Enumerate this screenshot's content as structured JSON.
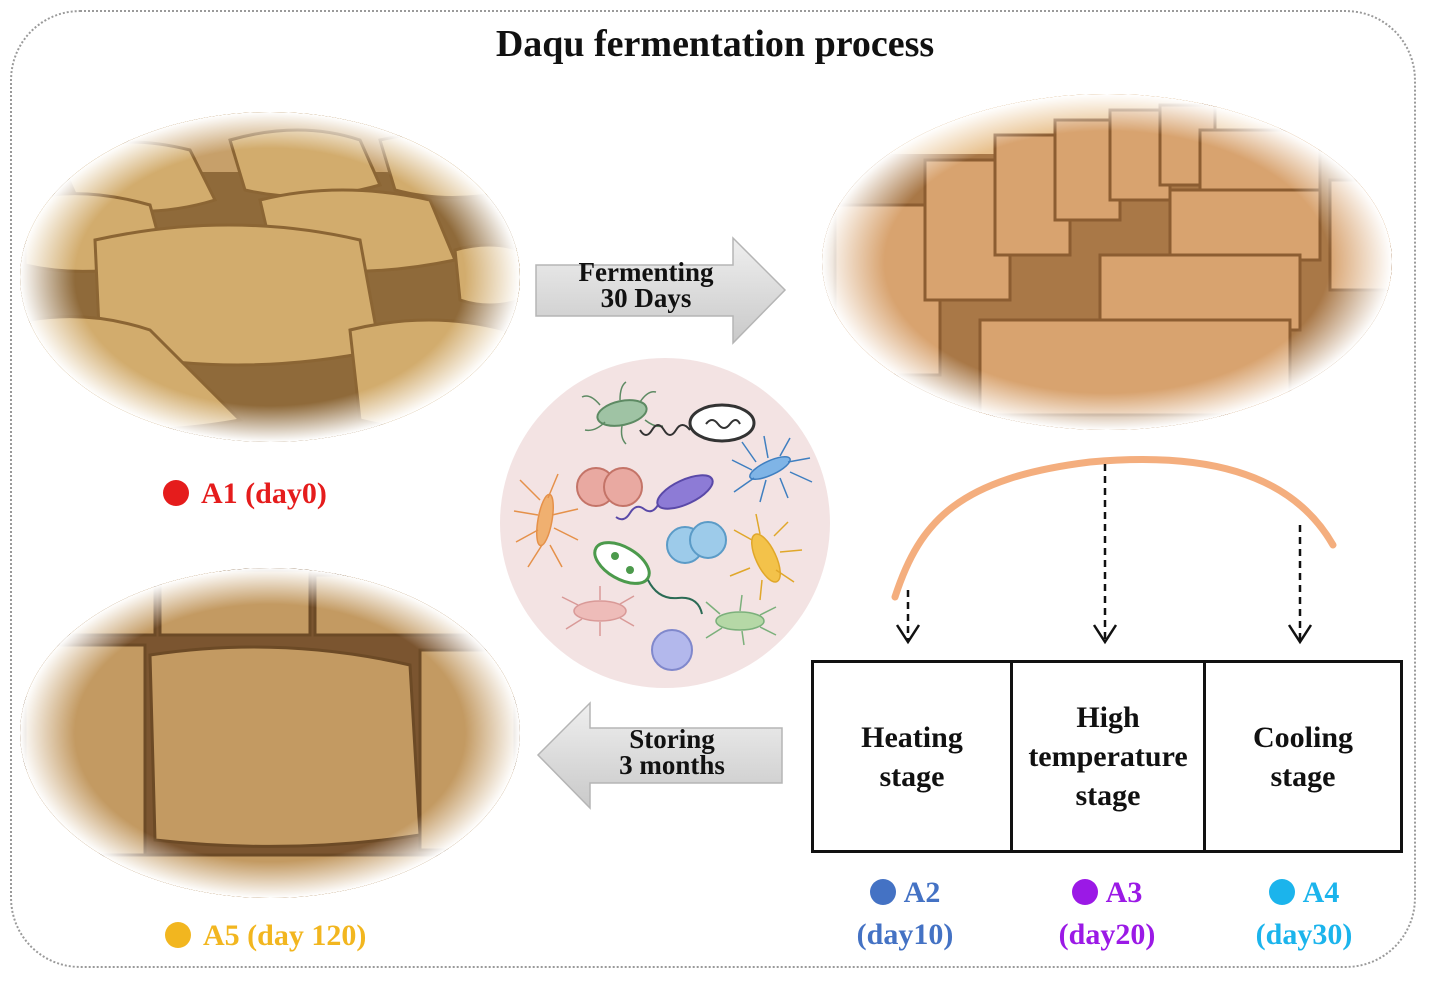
{
  "title": "Daqu fermentation process",
  "arrows": {
    "forward": {
      "line1": "Fermenting",
      "line2": "30 Days"
    },
    "backward": {
      "line1": "Storing",
      "line2": "3 months"
    }
  },
  "photos": [
    {
      "id": "A1",
      "label": "A1 (day0)",
      "color": "#e51c1c"
    },
    {
      "id": "A5",
      "label": "A5 (day 120)",
      "color": "#f2b61f"
    }
  ],
  "stages": [
    {
      "line1": "Heating",
      "line2": "stage",
      "line3": ""
    },
    {
      "line1": "High",
      "line2": "temperature",
      "line3": "stage"
    },
    {
      "line1": "Cooling",
      "line2": "stage",
      "line3": ""
    }
  ],
  "samples": [
    {
      "id": "A2",
      "day": "(day10)",
      "color": "#4472c4"
    },
    {
      "id": "A3",
      "day": "(day20)",
      "color": "#9b19e6"
    },
    {
      "id": "A4",
      "day": "(day30)",
      "color": "#1bb4ec"
    }
  ],
  "colors": {
    "temperature_curve": "#f4ae7e",
    "arrow_fill": "#dcdcdc",
    "microbe_circle": "#f3e3e3"
  },
  "icons": [
    "fresh-daqu-blocks-photo",
    "fermenting-daqu-blocks-photo",
    "stored-daqu-blocks-photo",
    "microbes-illustration",
    "temperature-curve",
    "stage-pointer-arrow"
  ]
}
